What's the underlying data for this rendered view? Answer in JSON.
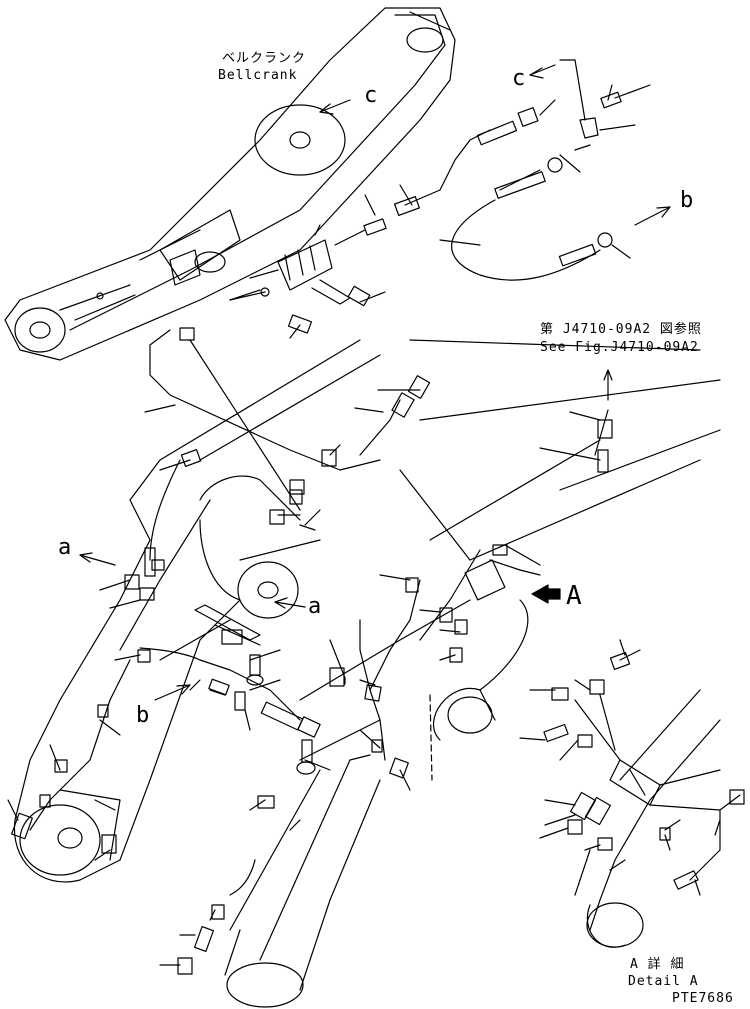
{
  "labels": {
    "bellcrank_jp": "ベルクランク",
    "bellcrank_en": "Bellcrank",
    "ref_jp": "第 J4710-09A2 図参照",
    "ref_en": "See Fig.J4710-09A2",
    "detail_jp": "A 詳 細",
    "detail_en": "Detail A",
    "arrow_A": "A",
    "arrow_a": "a",
    "arrow_b": "b",
    "arrow_c": "c",
    "drawing_no": "PTE7686"
  },
  "colors": {
    "ink": "#000000",
    "paper": "#ffffff"
  }
}
